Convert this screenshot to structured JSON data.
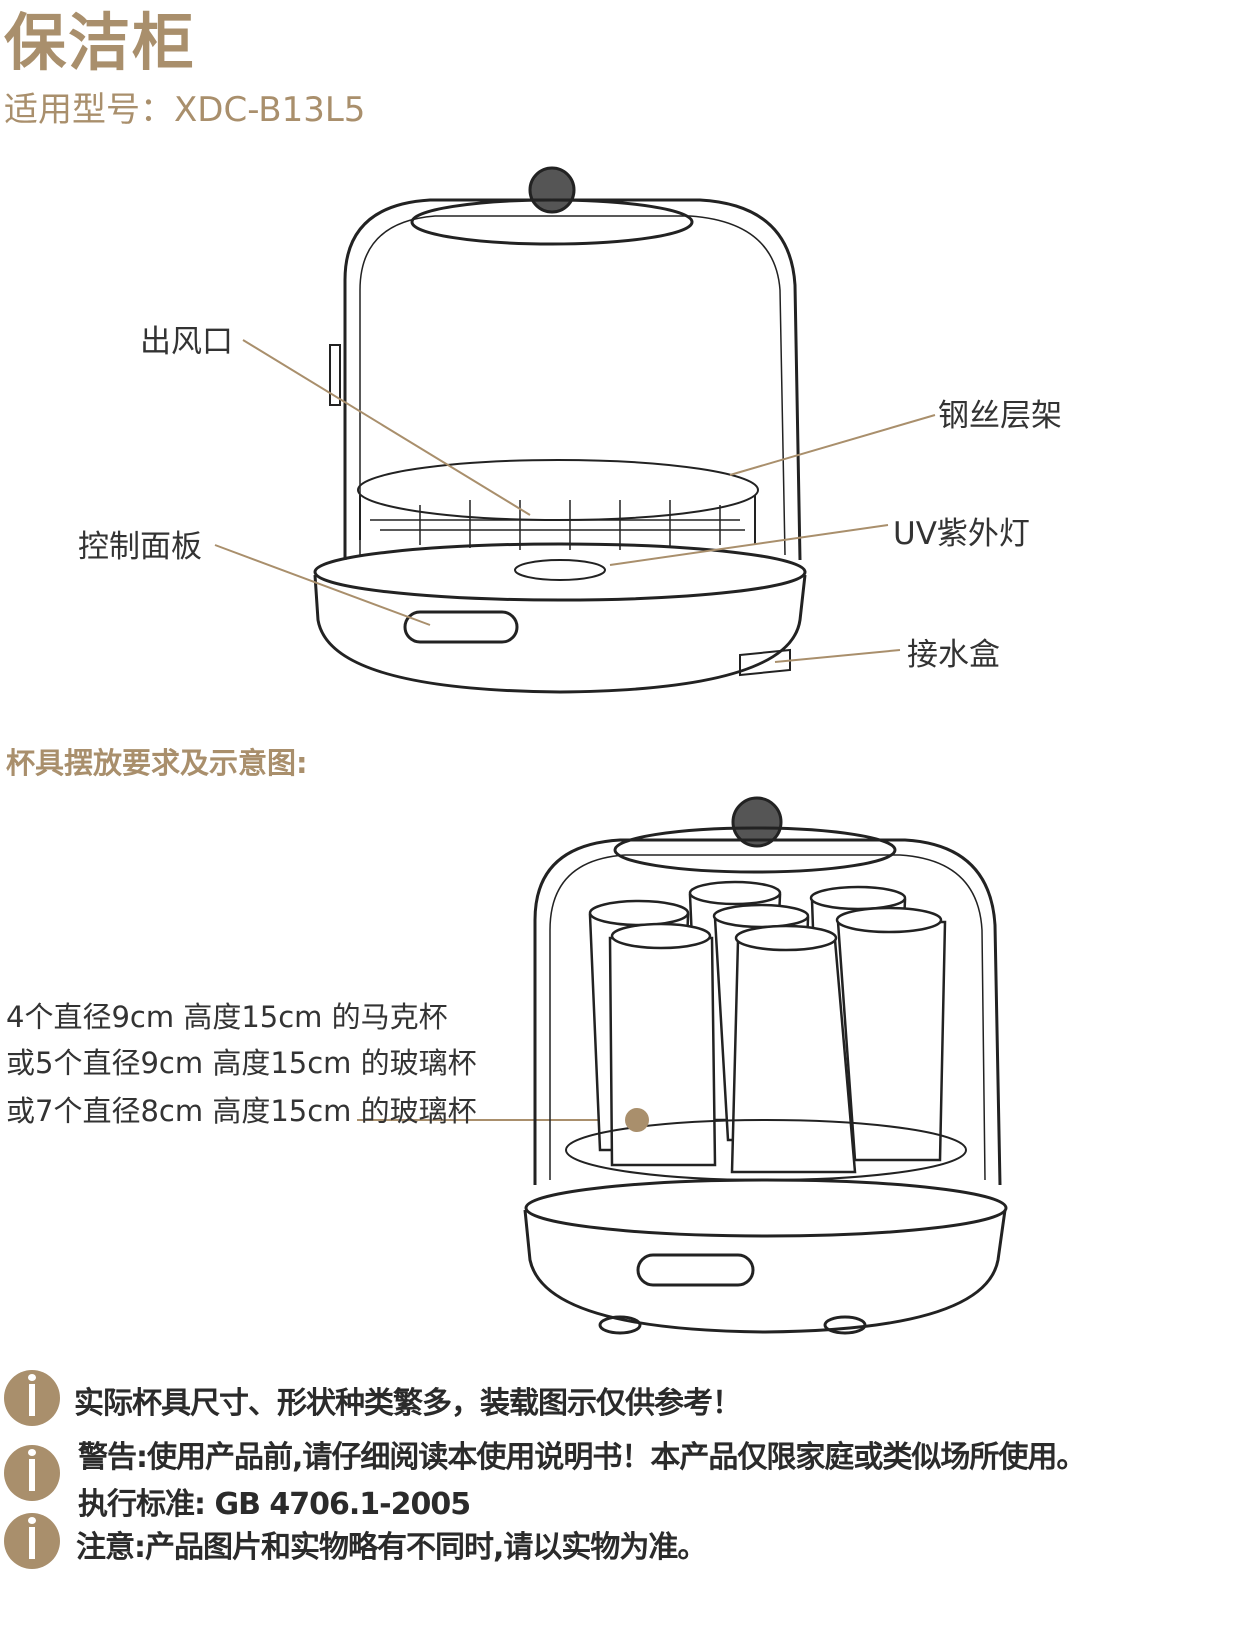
{
  "header": {
    "title": "保洁柜",
    "model": "适用型号：XDC-B13L5"
  },
  "diagram1": {
    "labels": {
      "air_outlet": "出风口",
      "wire_rack": "钢丝层架",
      "uv_lamp": "UV紫外灯",
      "control_panel": "控制面板",
      "drip_tray": "接水盒"
    }
  },
  "section": {
    "heading": "杯具摆放要求及示意图:",
    "capacity_lines": [
      "4个直径9cm 高度15cm 的马克杯",
      "或5个直径9cm 高度15cm 的玻璃杯",
      "或7个直径8cm 高度15cm 的玻璃杯"
    ]
  },
  "notes": [
    "实际杯具尺寸、形状种类繁多，装载图示仅供参考！",
    "警告:使用产品前,请仔细阅读本使用说明书！本产品仅限家庭或类似场所使用。",
    "执行标准: GB 4706.1-2005",
    "注意:产品图片和实物略有不同时,请以实物为准。"
  ],
  "colors": {
    "accent": "#a98f6c",
    "text": "#333333"
  }
}
